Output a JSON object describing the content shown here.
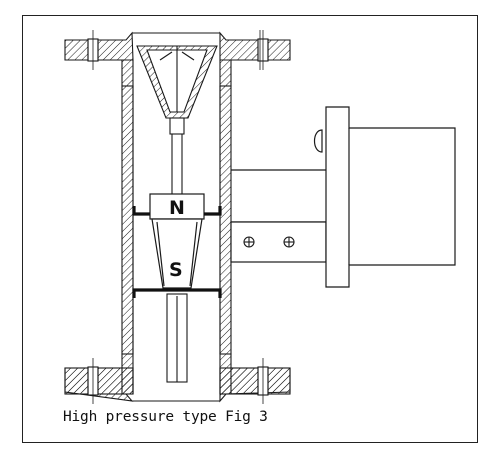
{
  "caption": "High pressure type Fig 3",
  "labels": {
    "north_pole": "N",
    "south_pole": "S"
  },
  "colors": {
    "line": "#1a1a1a",
    "hatch": "#1a1a1a",
    "background": "#ffffff"
  },
  "icons": [
    "cross-screw-icon",
    "cross-screw-icon"
  ]
}
